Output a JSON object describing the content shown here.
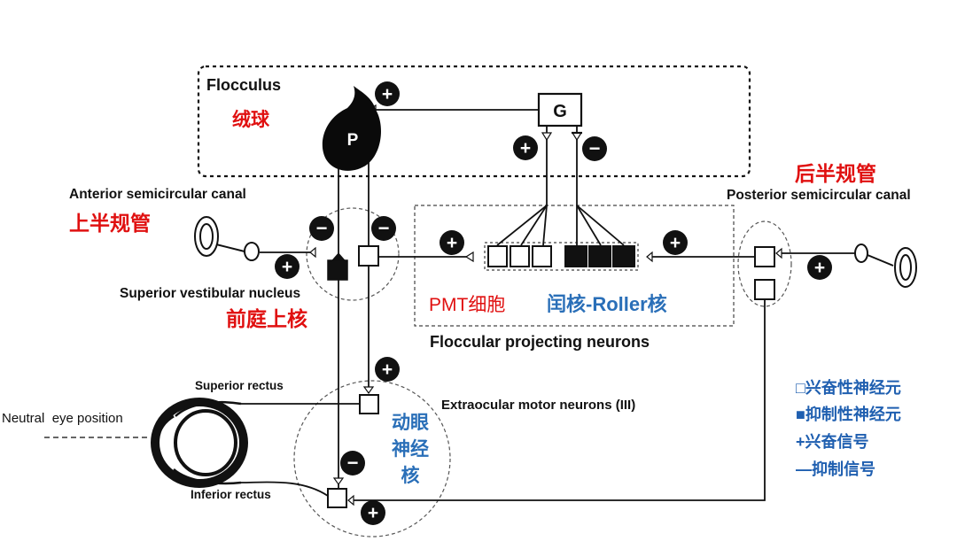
{
  "labels": {
    "flocculus": "Flocculus",
    "flocculus_cn": "绒球",
    "purkinje": "P",
    "granule": "G",
    "anterior_canal": "Anterior semicircular canal",
    "anterior_canal_cn": "上半规管",
    "posterior_canal": "Posterior semicircular canal",
    "posterior_canal_cn": "后半规管",
    "superior_vestibular_nucleus": "Superior vestibular nucleus",
    "superior_vestibular_nucleus_cn": "前庭上核",
    "pmt_cells": "PMT细胞",
    "roller_nucleus": "闰核-Roller核",
    "floccular_projecting_neurons": "Floccular projecting neurons",
    "extraocular_motor_neurons": "Extraocular motor neurons (III)",
    "oculomotor_nucleus_cn": [
      "动眼",
      "神经",
      "核"
    ],
    "superior_rectus": "Superior rectus",
    "inferior_rectus": "Inferior rectus",
    "neutral_eye_position": "Neutral  eye position"
  },
  "legend": {
    "excitatory_neuron": "□兴奋性神经元",
    "inhibitory_neuron": "■抑制性神经元",
    "excitatory_signal": "+兴奋信号",
    "inhibitory_signal": "—抑制信号"
  },
  "signs": {
    "plus": "+",
    "minus": "−"
  },
  "colors": {
    "line": "#111111",
    "red_label": "#e01010",
    "blue_label": "#2a6fb8",
    "legend_blue": "#1f5fb0"
  }
}
